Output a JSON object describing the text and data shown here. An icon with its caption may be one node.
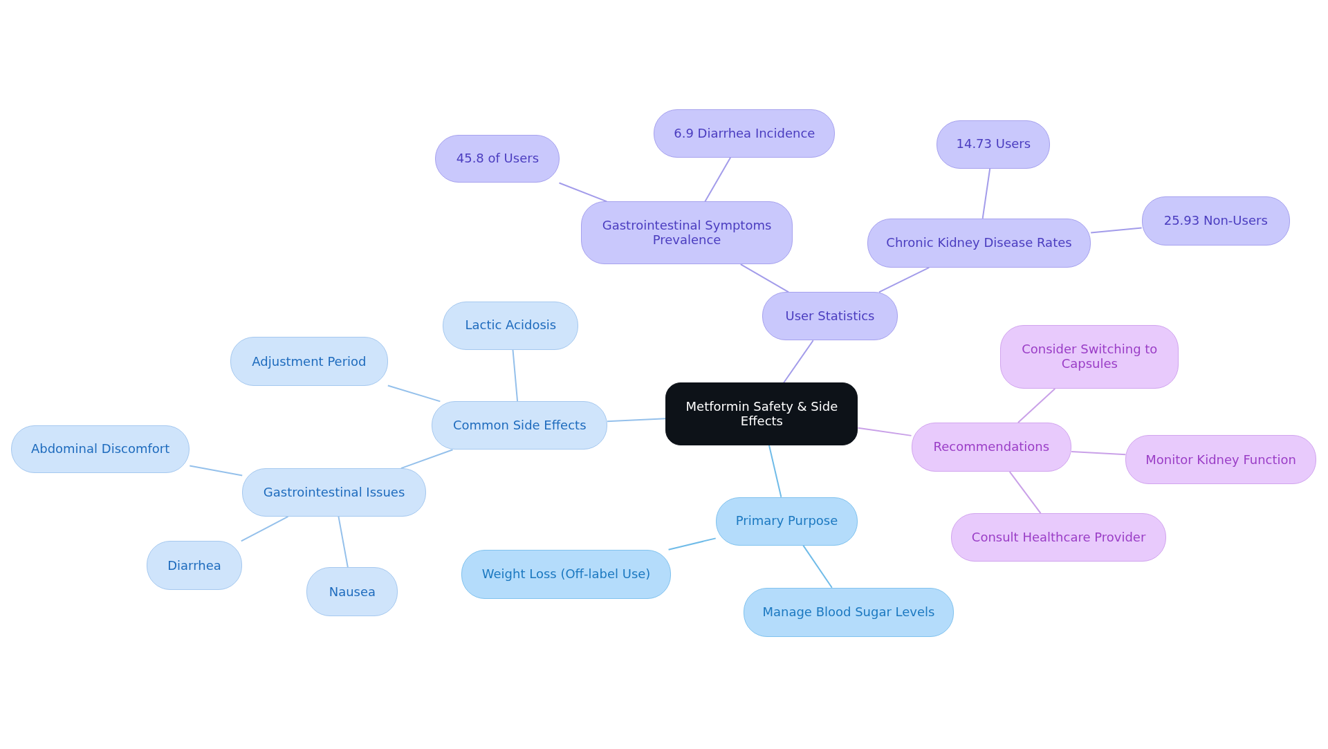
{
  "diagram": {
    "nodes": [
      {
        "text": [
          "Metformin Safety & Side Effects"
        ]
      },
      {
        "text": [
          "Common Side Effects"
        ]
      },
      {
        "text": [
          "Lactic Acidosis"
        ]
      },
      {
        "text": [
          "Adjustment Period"
        ]
      },
      {
        "text": [
          "Gastrointestinal Issues"
        ]
      },
      {
        "text": [
          "Abdominal Discomfort"
        ]
      },
      {
        "text": [
          "Diarrhea"
        ]
      },
      {
        "text": [
          "Nausea"
        ]
      },
      {
        "text": [
          "User Statistics"
        ]
      },
      {
        "text": [
          "Gastrointestinal Symptoms Prevalence"
        ]
      },
      {
        "text": [
          "45.8 of Users"
        ]
      },
      {
        "text": [
          "6.9 Diarrhea Incidence"
        ]
      },
      {
        "text": [
          "Chronic Kidney Disease Rates"
        ]
      },
      {
        "text": [
          "14.73 Users"
        ]
      },
      {
        "text": [
          "25.93 Non-Users"
        ]
      },
      {
        "text": [
          "Recommendations"
        ]
      },
      {
        "text": [
          "Consider Switching to Capsules"
        ]
      },
      {
        "text": [
          "Monitor Kidney Function"
        ]
      },
      {
        "text": [
          "Consult Healthcare Provider"
        ]
      },
      {
        "text": [
          "Primary Purpose"
        ]
      },
      {
        "text": [
          "Weight Loss (Off-label Use)"
        ]
      },
      {
        "text": [
          "Manage Blood Sugar Levels"
        ]
      }
    ],
    "edges": [
      {
        "from": 0,
        "to": 1,
        "arrow": "none"
      },
      {
        "from": 1,
        "to": 2,
        "arrow": "none"
      },
      {
        "from": 1,
        "to": 3,
        "arrow": "none"
      },
      {
        "from": 1,
        "to": 4,
        "arrow": "none"
      },
      {
        "from": 4,
        "to": 5,
        "arrow": "none"
      },
      {
        "from": 4,
        "to": 6,
        "arrow": "none"
      },
      {
        "from": 4,
        "to": 7,
        "arrow": "none"
      },
      {
        "from": 0,
        "to": 8,
        "arrow": "none",
        "color": "#a29bea"
      },
      {
        "from": 8,
        "to": 9,
        "arrow": "none",
        "color": "#a29bea"
      },
      {
        "from": 9,
        "to": 10,
        "arrow": "none",
        "color": "#a29bea"
      },
      {
        "from": 9,
        "to": 11,
        "arrow": "none",
        "color": "#a29bea"
      },
      {
        "from": 8,
        "to": 12,
        "arrow": "none",
        "color": "#a29bea"
      },
      {
        "from": 12,
        "to": 13,
        "arrow": "none",
        "color": "#a29bea"
      },
      {
        "from": 12,
        "to": 14,
        "arrow": "none",
        "color": "#a29bea"
      },
      {
        "from": 0,
        "to": 15,
        "arrow": "none",
        "color": "#c9a0e8"
      },
      {
        "from": 15,
        "to": 16,
        "arrow": "none",
        "color": "#c9a0e8"
      },
      {
        "from": 15,
        "to": 17,
        "arrow": "none",
        "color": "#c9a0e8"
      },
      {
        "from": 15,
        "to": 18,
        "arrow": "none",
        "color": "#c9a0e8"
      },
      {
        "from": 0,
        "to": 19,
        "arrow": "none",
        "color": "#6fbbe8"
      },
      {
        "from": 19,
        "to": 20,
        "arrow": "none",
        "color": "#6fbbe8"
      },
      {
        "from": 19,
        "to": 21,
        "arrow": "none",
        "color": "#6fbbe8"
      }
    ]
  }
}
